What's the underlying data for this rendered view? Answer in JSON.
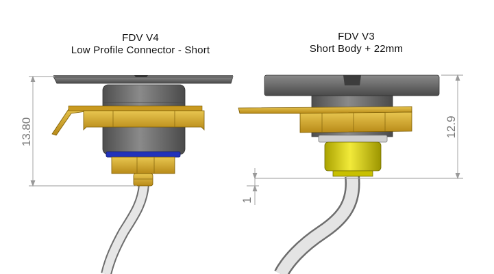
{
  "left_view": {
    "title_line1": "FDV V4",
    "title_line2": "Low Profile Connector - Short",
    "dimension": "13.80"
  },
  "right_view": {
    "title_line1": "FDV V3",
    "title_line2": "Short Body + 22mm",
    "dimension_height": "12.9",
    "dimension_offset": "1"
  },
  "colors": {
    "cap": "#5c5c5c",
    "body": "#6e6e6e",
    "brass": "#d4a72c",
    "blue_ring": "#2233bb",
    "yellow_body": "#d8d012",
    "cable": "#d9d9d9",
    "dimension_line": "#999999"
  }
}
